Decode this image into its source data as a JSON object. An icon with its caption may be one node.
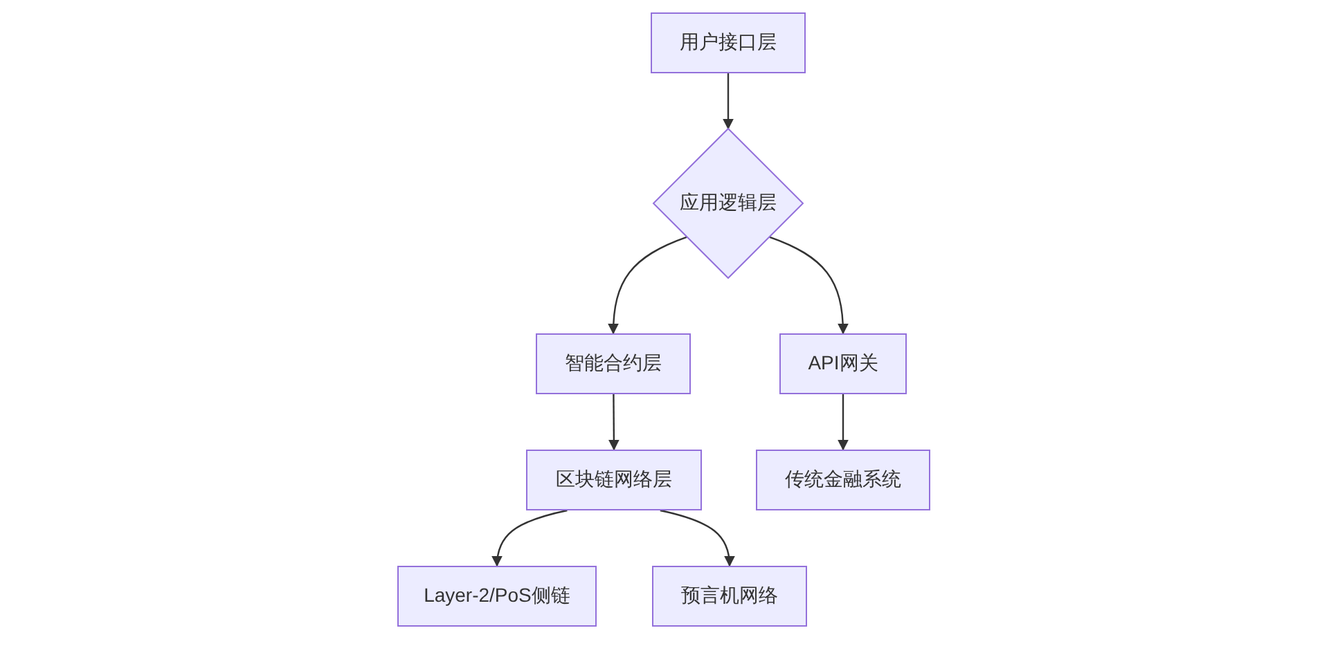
{
  "diagram": {
    "nodes": [
      {
        "text": [
          "用户接口层"
        ]
      },
      {
        "text": [
          "应用逻辑层"
        ]
      },
      {
        "text": [
          "智能合约层"
        ]
      },
      {
        "text": [
          "API网关"
        ]
      },
      {
        "text": [
          "区块链网络层"
        ]
      },
      {
        "text": [
          "传统金融系统"
        ]
      },
      {
        "text": [
          "Layer-2/PoS侧链"
        ]
      },
      {
        "text": [
          "预言机网络"
        ]
      }
    ],
    "edges": [
      {
        "from": 0,
        "to": 1,
        "arrow": "to"
      },
      {
        "from": 1,
        "to": 2,
        "arrow": "to"
      },
      {
        "from": 1,
        "to": 3,
        "arrow": "to"
      },
      {
        "from": 2,
        "to": 4,
        "arrow": "to"
      },
      {
        "from": 3,
        "to": 5,
        "arrow": "to"
      },
      {
        "from": 4,
        "to": 6,
        "arrow": "to"
      },
      {
        "from": 4,
        "to": 7,
        "arrow": "to"
      }
    ]
  }
}
